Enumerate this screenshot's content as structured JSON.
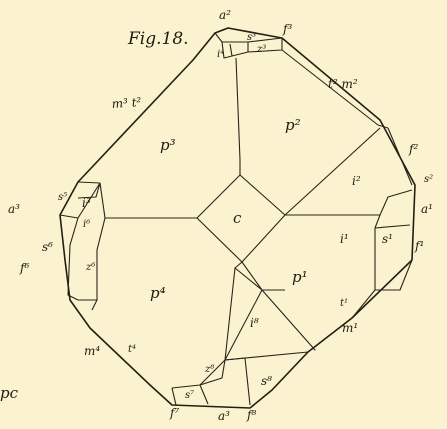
{
  "figure": {
    "title": "Fig.18.",
    "corner_text": "pc"
  },
  "faces": {
    "p1": "p¹",
    "p2": "p²",
    "p3": "p³",
    "p4": "p⁴",
    "c": "c",
    "i1": "i¹",
    "i2": "i²",
    "i3": "i³",
    "i6": "i⁶",
    "i8": "i⁸",
    "s1": "s¹",
    "s6": "s⁶",
    "s8": "s⁸",
    "z6": "z⁶"
  },
  "edge_labels": {
    "a2": "a²",
    "f3": "f³",
    "s3": "s³",
    "i4": "i⁴",
    "z3": "z³",
    "m3t2": "m³ t²",
    "t2m2": "t² m²",
    "f2": "f²",
    "s2": "s²",
    "a1": "a¹",
    "f1": "f¹",
    "t1": "t¹",
    "m1": "m¹",
    "a3": "a³",
    "s5": "s⁵",
    "f6": "f⁶",
    "m4": "m⁴",
    "t4": "t⁴",
    "z8": "z⁸",
    "s7": "s⁷",
    "f7": "f⁷",
    "a3b": "a³",
    "f8": "f⁸"
  }
}
